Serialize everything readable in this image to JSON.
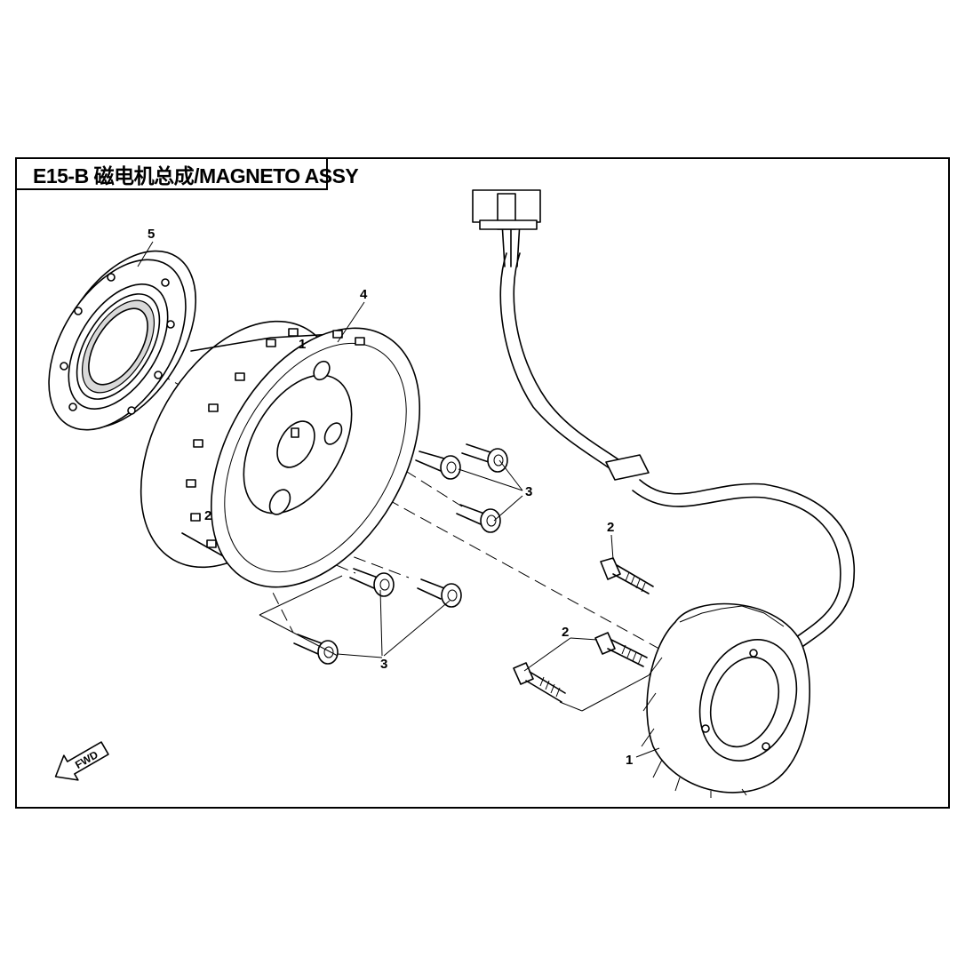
{
  "title": "E15-B 磁电机总成/MAGNETO ASSY",
  "callouts": {
    "stator": "1",
    "flange_bolt_a": "2",
    "flange_bolt_b": "2",
    "cap_screws_upper": "3",
    "cap_screws_lower": "3",
    "rotor": "4",
    "one_way_clutch": "5",
    "rotor_mark_1": "1",
    "rotor_mark_2": "2"
  },
  "fwd_label": "FWD",
  "icons": [
    "fwd-arrow-icon"
  ]
}
